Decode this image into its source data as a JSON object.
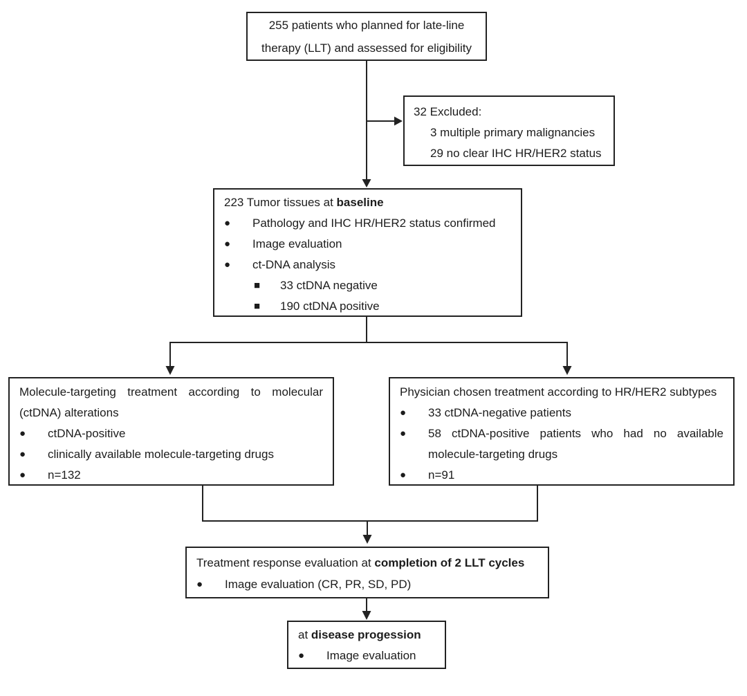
{
  "glyphs": {
    "dot": "●",
    "square": "■"
  },
  "colors": {
    "line": "#222222",
    "border": "#222222",
    "text": "#1c1c1c",
    "background": "#ffffff"
  },
  "boxes": {
    "eligibility": {
      "line1": "255 patients who planned for late-line",
      "line2": "therapy (LLT) and assessed for eligibility"
    },
    "excluded": {
      "title": "32 Excluded:",
      "items": [
        "3 multiple primary malignancies",
        "29 no clear IHC HR/HER2 status"
      ]
    },
    "baseline": {
      "title_prefix": "223 Tumor tissues at ",
      "title_bold": "baseline",
      "items": [
        "Pathology and IHC HR/HER2 status confirmed",
        "Image evaluation",
        "ct-DNA analysis"
      ],
      "subitems": [
        "33 ctDNA negative",
        "190 ctDNA positive"
      ]
    },
    "molecular_arm": {
      "title": "Molecule-targeting treatment according to molecular (ctDNA) alterations",
      "items": [
        "ctDNA-positive",
        "clinically available molecule-targeting drugs",
        "n=132"
      ]
    },
    "physician_arm": {
      "title": "Physician chosen treatment according to HR/HER2 subtypes",
      "items": [
        "33 ctDNA-negative patients",
        "58 ctDNA-positive patients who had no available molecule-targeting drugs",
        "n=91"
      ]
    },
    "response": {
      "title_prefix": "Treatment response evaluation at ",
      "title_bold": "completion of 2 LLT cycles",
      "items": [
        "Image evaluation (CR, PR, SD, PD)"
      ]
    },
    "progression": {
      "title_prefix": "at ",
      "title_bold": "disease progession",
      "items": [
        "Image evaluation"
      ]
    }
  }
}
